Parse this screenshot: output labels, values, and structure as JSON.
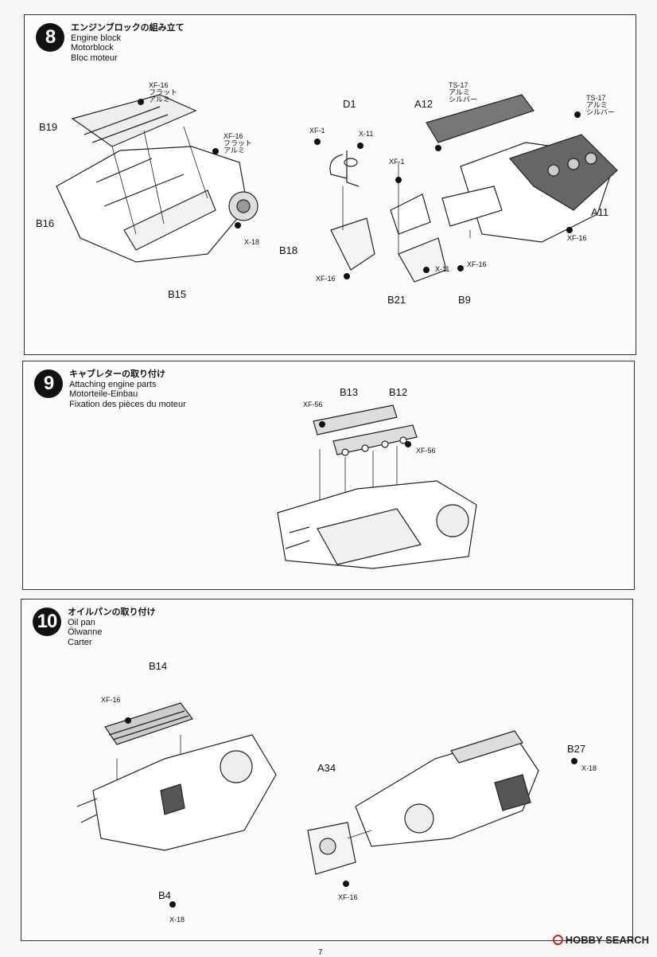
{
  "steps": [
    {
      "number": "8",
      "title_jp": "エンジンブロックの組み立て",
      "title_en": "Engine block",
      "title_de": "Motorblock",
      "title_fr": "Bloc moteur",
      "parts": {
        "b19": "B19",
        "b16": "B16",
        "b15": "B15",
        "d1": "D1",
        "a12": "A12",
        "b18": "B18",
        "b21": "B21",
        "b9": "B9",
        "a11": "A11"
      },
      "paints": {
        "xf16_a": "XF-16",
        "xf16_a_jp": "フラット\nアルミ",
        "xf16_b": "XF-16",
        "xf16_b_jp": "フラット\nアルミ",
        "x18": "X-18",
        "xf1_a": "XF-1",
        "x11_a": "X-11",
        "xf1_b": "XF-1",
        "ts17_a": "TS-17",
        "ts17_a_jp": "アルミ\nシルバー",
        "ts17_b": "TS-17",
        "ts17_b_jp": "アルミ\nシルバー",
        "xf16_c": "XF-16",
        "xf16_d": "XF-16",
        "x11_b": "X-11",
        "xf16_e": "XF-16"
      }
    },
    {
      "number": "9",
      "title_jp": "キャブレターの取り付け",
      "title_en": "Attaching engine parts",
      "title_de": "Motorteile-Einbau",
      "title_fr": "Fixation des pièces du moteur",
      "parts": {
        "b13": "B13",
        "b12": "B12"
      },
      "paints": {
        "xf56_a": "XF-56",
        "xf56_b": "XF-56"
      }
    },
    {
      "number": "10",
      "title_jp": "オイルパンの取り付け",
      "title_en": "Oil pan",
      "title_de": "Ölwanne",
      "title_fr": "Carter",
      "parts": {
        "b14": "B14",
        "b4": "B4",
        "a34": "A34",
        "b27": "B27"
      },
      "paints": {
        "xf16_a": "XF-16",
        "x18_a": "X-18",
        "xf16_b": "XF-16",
        "x18_b": "X-18"
      }
    }
  ],
  "footer": {
    "brand": "HOBBY SEARCH",
    "page": "7"
  }
}
